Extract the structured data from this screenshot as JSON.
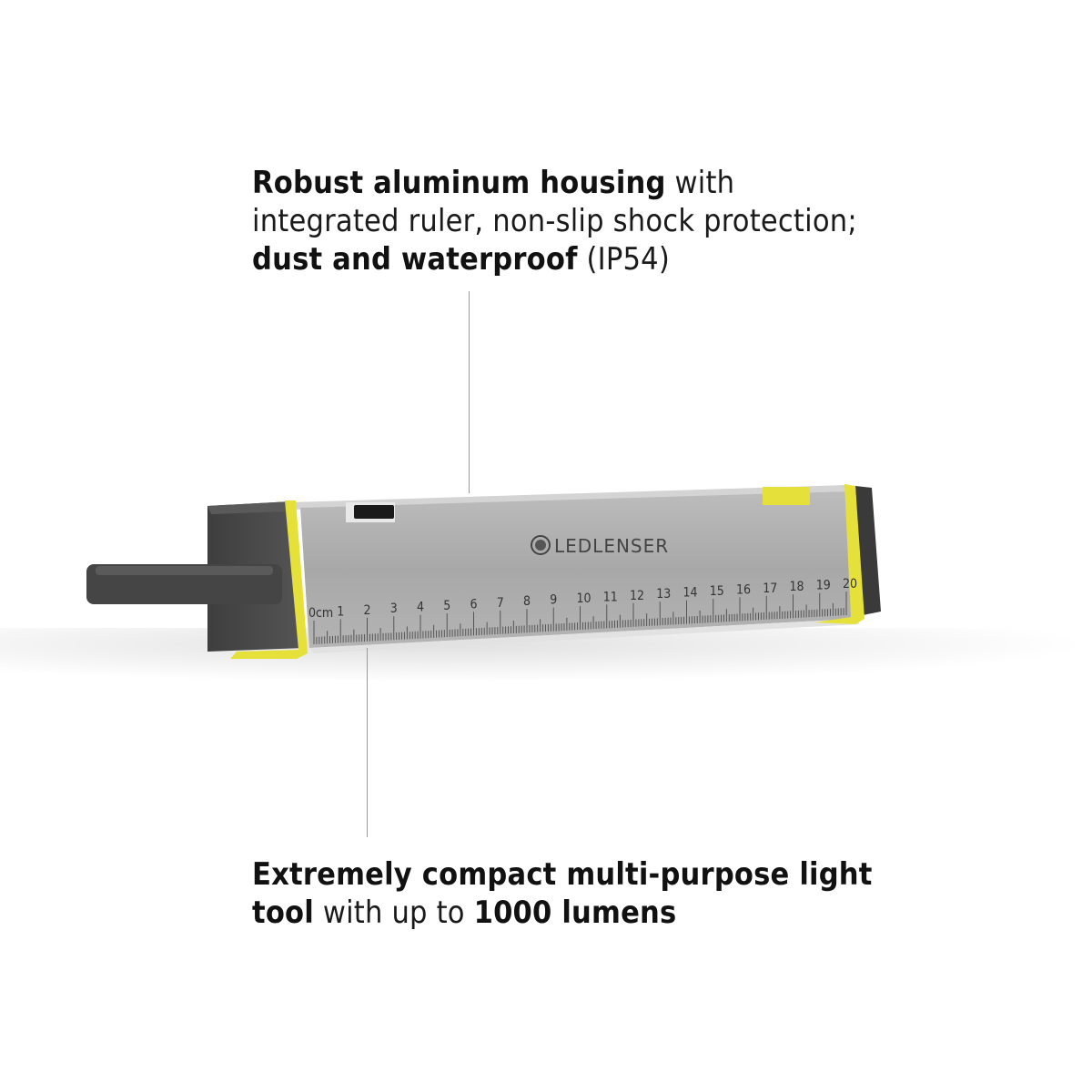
{
  "callouts": {
    "top": {
      "segments": [
        {
          "text": "Robust aluminum housing",
          "weight": "bold"
        },
        {
          "text": " with integrated ruler, non-slip shock protection; ",
          "weight": "light"
        },
        {
          "text": "dust and waterproof",
          "weight": "bold"
        },
        {
          "text": " (IP54)",
          "weight": "light"
        }
      ]
    },
    "bottom": {
      "segments": [
        {
          "text": "Extremely compact multi-purpose light tool",
          "weight": "bold"
        },
        {
          "text": " with up to ",
          "weight": "light"
        },
        {
          "text": "1000 lumens",
          "weight": "bold"
        }
      ]
    }
  },
  "product": {
    "brand": "LEDLENSER",
    "ruler_unit": "cm",
    "ruler_labels": [
      "0cm",
      "1",
      "2",
      "3",
      "4",
      "5",
      "6",
      "7",
      "8",
      "9",
      "10",
      "11",
      "12",
      "13",
      "14",
      "15",
      "16",
      "17",
      "18",
      "19",
      "20"
    ],
    "colors": {
      "accent": "#e6e03a",
      "housing": "#a9a9a9",
      "cap": "#4a4a4a"
    }
  }
}
